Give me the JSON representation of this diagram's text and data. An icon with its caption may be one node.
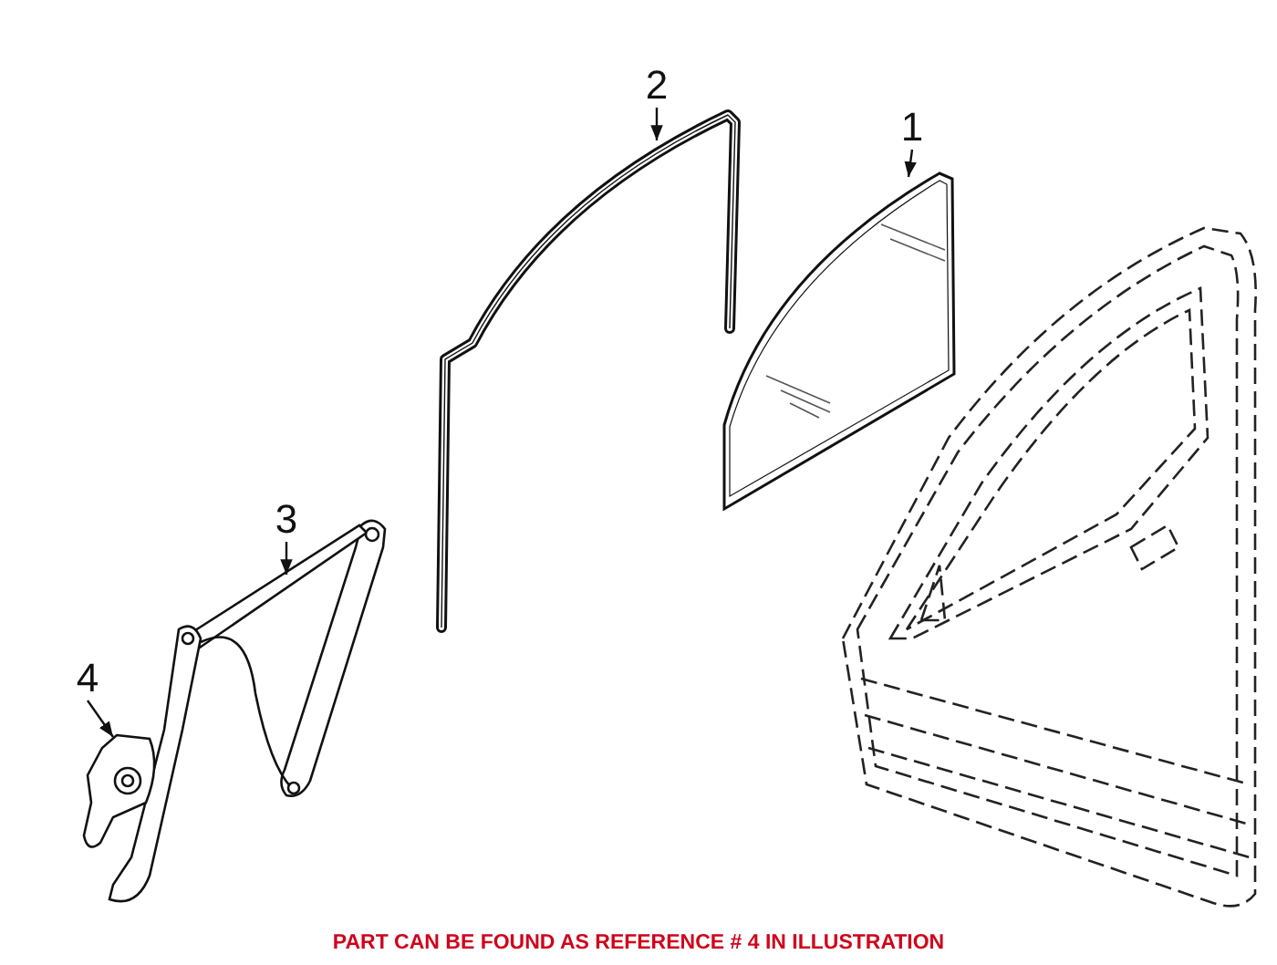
{
  "diagram": {
    "caption": "PART CAN BE FOUND AS REFERENCE # 4 IN ILLUSTRATION",
    "nodes": [
      {
        "text": [
          "2"
        ]
      },
      {
        "text": [],
        "shape": "picture"
      },
      {
        "text": [
          "1"
        ]
      },
      {
        "text": [],
        "shape": "picture"
      },
      {
        "text": [
          "3"
        ]
      },
      {
        "text": [],
        "shape": "picture"
      },
      {
        "text": [
          "4"
        ]
      },
      {
        "text": [],
        "shape": "picture"
      }
    ],
    "edges": [
      {
        "from": 0,
        "to": 1,
        "arrow": "to"
      },
      {
        "from": 2,
        "to": 3,
        "arrow": "to"
      },
      {
        "from": 4,
        "to": 5,
        "arrow": "to"
      },
      {
        "from": 6,
        "to": 7,
        "arrow": "to"
      }
    ]
  }
}
